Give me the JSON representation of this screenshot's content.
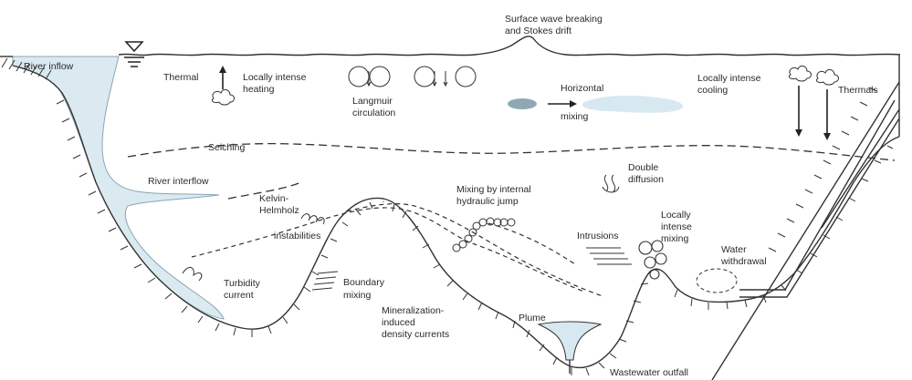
{
  "labels": {
    "river_inflow": "River inflow",
    "surface_wave_1": "Surface wave breaking",
    "surface_wave_2": "and Stokes drift",
    "thermal": "Thermal",
    "locally_intense_heating_1": "Locally intense",
    "locally_intense_heating_2": "heating",
    "langmuir_1": "Langmuir",
    "langmuir_2": "circulation",
    "horizontal_mixing_1": "Horizontal",
    "horizontal_mixing_2": "mixing",
    "locally_intense_cooling_1": "Locally intense",
    "locally_intense_cooling_2": "cooling",
    "thermals": "Thermals",
    "seiching": "Seiching",
    "river_interflow": "River interflow",
    "kelvin_helmholtz_1": "Kelvin-",
    "kelvin_helmholtz_2": "Helmholz",
    "kelvin_helmholtz_3": "instabilities",
    "hydraulic_jump_1": "Mixing by internal",
    "hydraulic_jump_2": "hydraulic jump",
    "double_diffusion_1": "Double",
    "double_diffusion_2": "diffusion",
    "intrusions": "Intrusions",
    "locally_intense_mixing_1": "Locally",
    "locally_intense_mixing_2": "intense",
    "locally_intense_mixing_3": "mixing",
    "water_withdrawal_1": "Water",
    "water_withdrawal_2": "withdrawal",
    "turbidity_1": "Turbidity",
    "turbidity_2": "current",
    "boundary_mixing_1": "Boundary",
    "boundary_mixing_2": "mixing",
    "mineralization_1": "Mineralization-",
    "mineralization_2": "induced",
    "mineralization_3": "density currents",
    "plume": "Plume",
    "wastewater_outfall": "Wastewater outfall"
  },
  "colors": {
    "inflow_fill": "#dbe9f1",
    "inflow_stroke": "#8aa6b6",
    "mixing_dark": "#8fa8b4",
    "mixing_light": "#d8e8f0"
  }
}
